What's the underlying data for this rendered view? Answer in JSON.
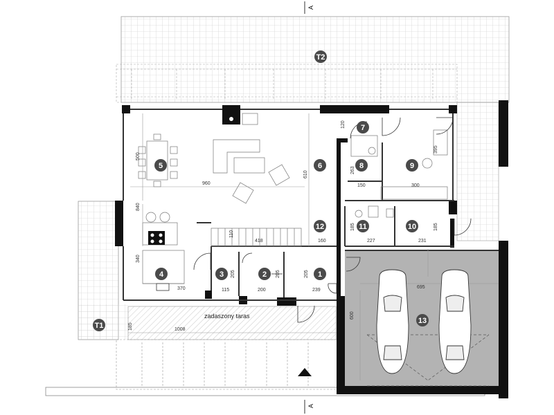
{
  "colors": {
    "wall": "#111111",
    "badge": "#4a4a4a",
    "garage_floor": "#b3b3b3",
    "terrace_grid": "#c8c8c8",
    "line": "#555555"
  },
  "rooms": [
    {
      "id": "room-1",
      "num": "1"
    },
    {
      "id": "room-2",
      "num": "2"
    },
    {
      "id": "room-3",
      "num": "3"
    },
    {
      "id": "room-4",
      "num": "4"
    },
    {
      "id": "room-5",
      "num": "5"
    },
    {
      "id": "room-6",
      "num": "6"
    },
    {
      "id": "room-7",
      "num": "7"
    },
    {
      "id": "room-8",
      "num": "8"
    },
    {
      "id": "room-9",
      "num": "9"
    },
    {
      "id": "room-10",
      "num": "10"
    },
    {
      "id": "room-11",
      "num": "11"
    },
    {
      "id": "room-12",
      "num": "12"
    },
    {
      "id": "room-13",
      "num": "13"
    }
  ],
  "terraces": {
    "t1": "T1",
    "t2": "T2"
  },
  "section_marks": {
    "top": "A",
    "bottom": "A"
  },
  "covered_terrace": "zadaszony taras",
  "dimensions": {
    "d500": "500",
    "d960": "960",
    "d610": "610",
    "d840": "840",
    "d340": "340",
    "d370": "370",
    "d418": "418",
    "d110": "110",
    "d160": "160",
    "d115": "115",
    "d205a": "205",
    "d200": "200",
    "d205b": "205",
    "d205c": "205",
    "d239": "239",
    "d120": "120",
    "d263": "263",
    "d150": "150",
    "d300": "300",
    "d395": "395",
    "d185a": "185",
    "d227": "227",
    "d231": "231",
    "d185b": "185",
    "d695": "695",
    "d600": "600",
    "d1008": "1008",
    "d185c": "185"
  }
}
